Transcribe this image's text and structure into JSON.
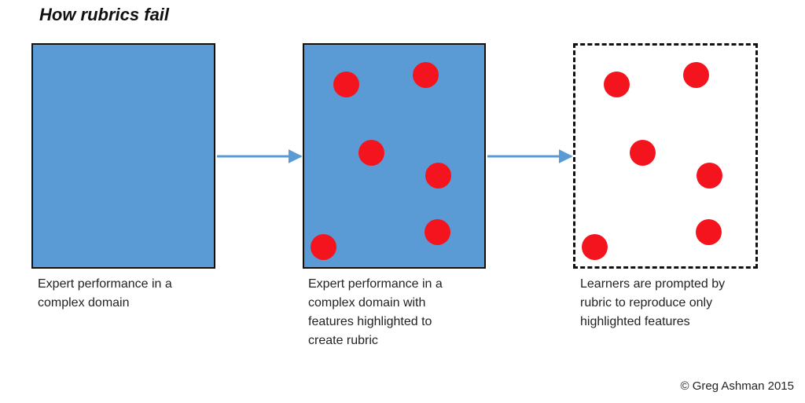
{
  "title": "How rubrics fail",
  "panels": [
    {
      "caption": "Expert performance in a\ncomplex domain"
    },
    {
      "caption": "Expert performance in a\ncomplex domain with\nfeatures highlighted to\ncreate rubric"
    },
    {
      "caption": "Learners are prompted by\nrubric to reproduce only\nhighlighted features"
    }
  ],
  "credit": "© Greg Ashman 2015",
  "colors": {
    "box_fill": "#5b9bd5",
    "dot": "#f4141e",
    "arrow": "#5b9bd5"
  }
}
